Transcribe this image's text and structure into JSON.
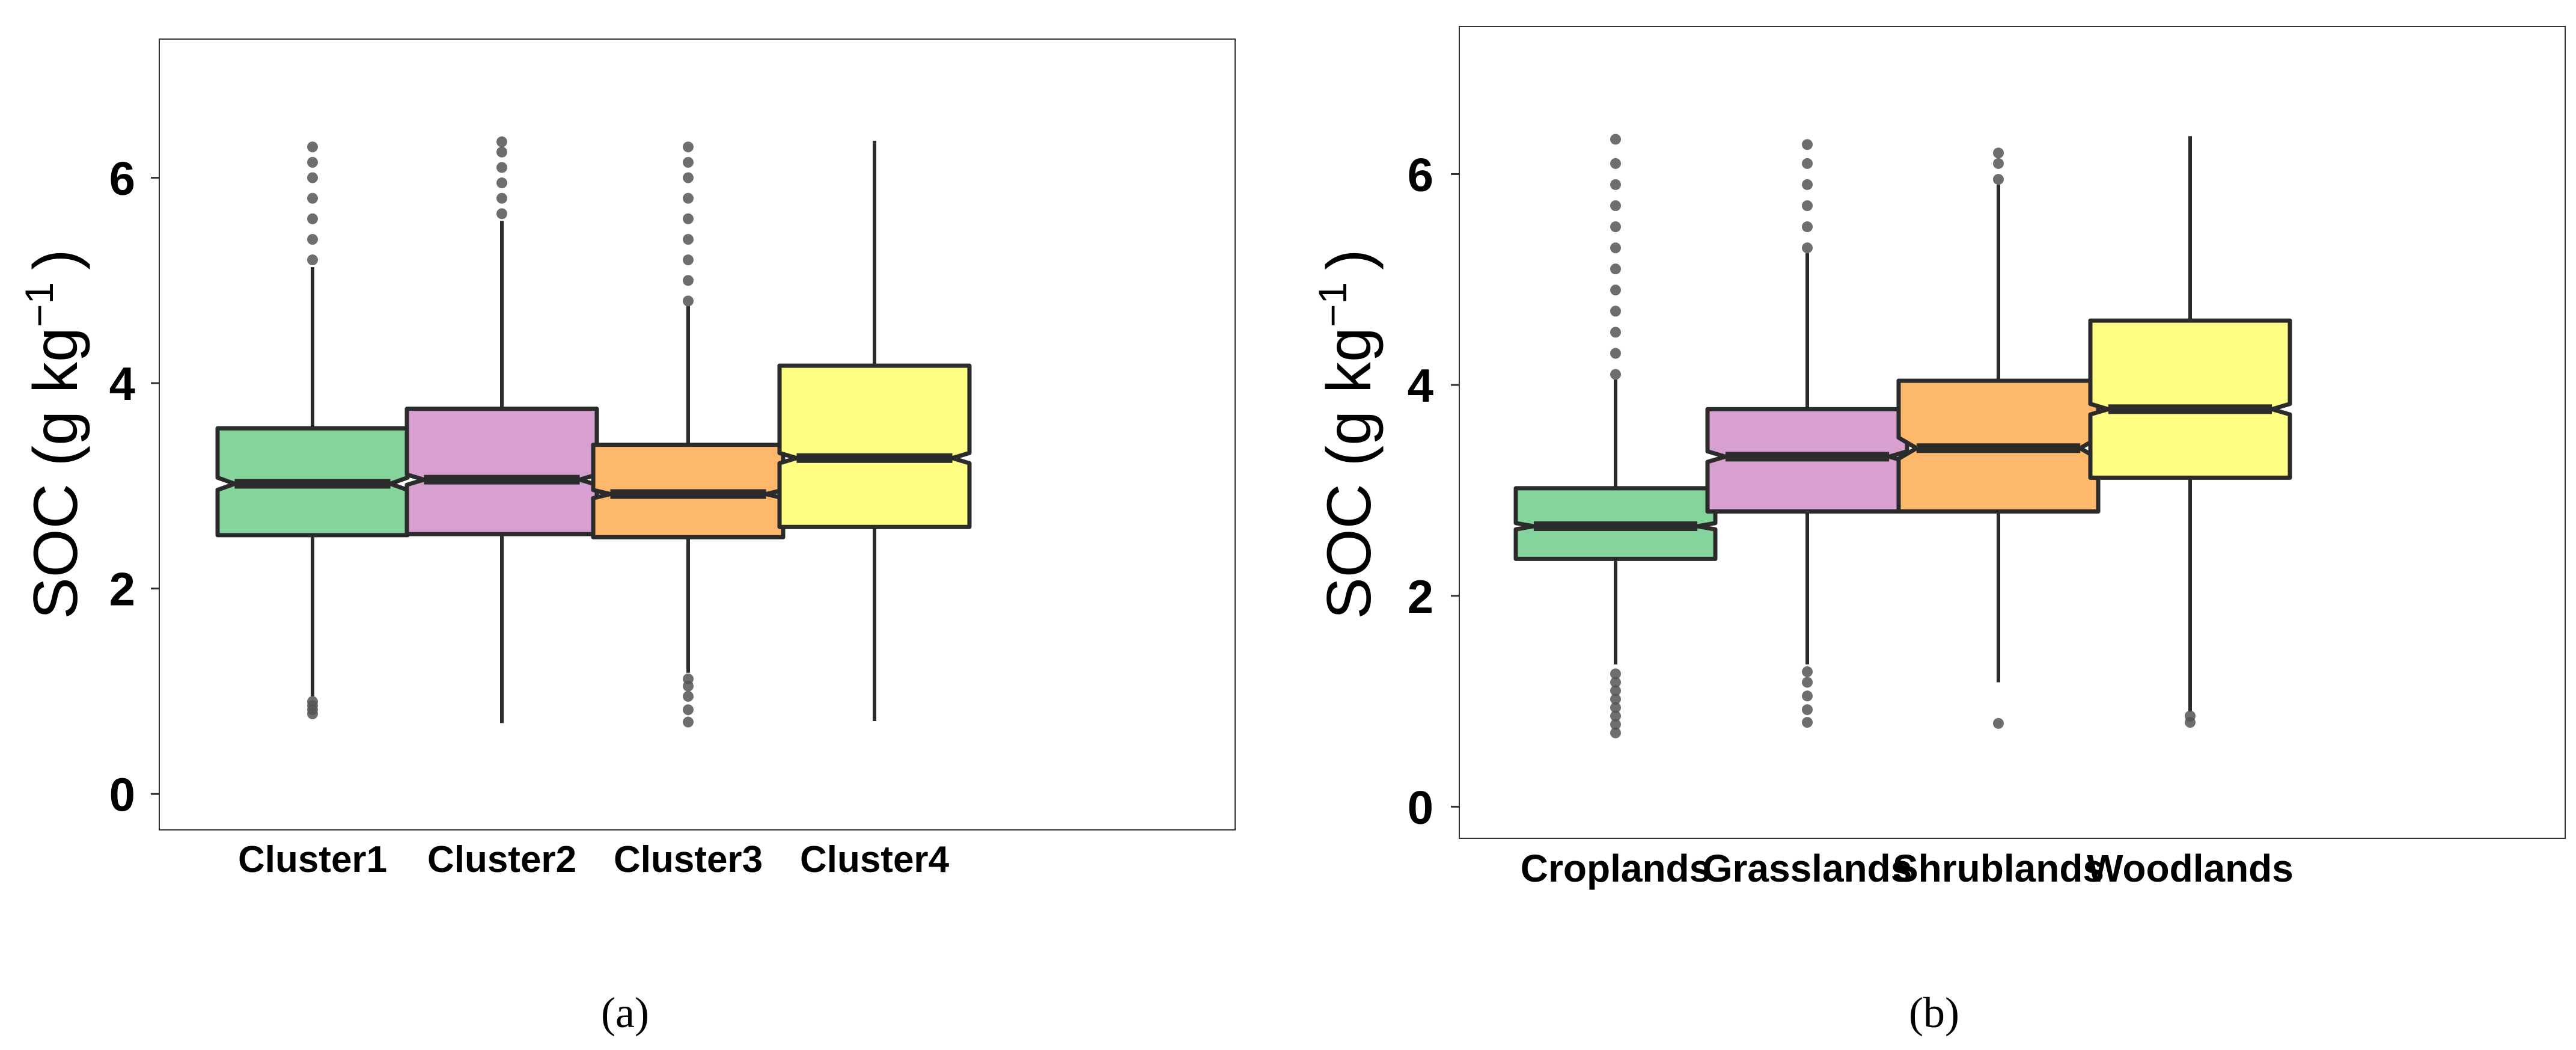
{
  "chart_data": [
    {
      "type": "boxplot",
      "panel_label": "(a)",
      "ylabel": "SOC (g kg",
      "ylabel_superscript": "−1",
      "ylabel_close": ")",
      "ylim": [
        -0.35,
        7.35
      ],
      "yticks": [
        0,
        2,
        4,
        6
      ],
      "ytick_labels": [
        "0",
        "2",
        "4",
        "6"
      ],
      "notched": true,
      "categories": [
        "Cluster1",
        "Cluster2",
        "Cluster3",
        "Cluster4"
      ],
      "colors": [
        "#84d49b",
        "#d8a0d0",
        "#fdb86c",
        "#fefe82"
      ],
      "boxes": [
        {
          "whisker_low": 0.95,
          "q1": 2.52,
          "median": 3.02,
          "q3": 3.56,
          "whisker_high": 5.13,
          "notch": 0.06,
          "outliers_low": [
            0.78,
            0.82,
            0.86,
            0.9
          ],
          "outliers_high": [
            5.2,
            5.4,
            5.6,
            5.8,
            6.0,
            6.15,
            6.3
          ]
        },
        {
          "whisker_low": 0.69,
          "q1": 2.53,
          "median": 3.06,
          "q3": 3.75,
          "whisker_high": 5.58,
          "notch": 0.05,
          "outliers_low": [],
          "outliers_high": [
            5.65,
            5.8,
            5.95,
            6.1,
            6.25,
            6.35
          ]
        },
        {
          "whisker_low": 1.18,
          "q1": 2.5,
          "median": 2.92,
          "q3": 3.4,
          "whisker_high": 4.75,
          "notch": 0.04,
          "outliers_low": [
            0.7,
            0.82,
            0.95,
            1.05,
            1.12
          ],
          "outliers_high": [
            4.8,
            5.0,
            5.2,
            5.4,
            5.6,
            5.8,
            6.0,
            6.15,
            6.3
          ]
        },
        {
          "whisker_low": 0.71,
          "q1": 2.6,
          "median": 3.27,
          "q3": 4.17,
          "whisker_high": 6.36,
          "notch": 0.05,
          "outliers_low": [],
          "outliers_high": []
        }
      ]
    },
    {
      "type": "boxplot",
      "panel_label": "(b)",
      "ylabel": "SOC (g kg",
      "ylabel_superscript": "−1",
      "ylabel_close": ")",
      "ylim": [
        -0.3,
        7.4
      ],
      "yticks": [
        0,
        2,
        4,
        6
      ],
      "ytick_labels": [
        "0",
        "2",
        "4",
        "6"
      ],
      "notched": true,
      "categories": [
        "Croplands",
        "Grasslands",
        "Shrublands",
        "Woodlands"
      ],
      "colors": [
        "#84d49b",
        "#d8a0d0",
        "#fdb86c",
        "#fefe82"
      ],
      "boxes": [
        {
          "whisker_low": 1.35,
          "q1": 2.35,
          "median": 2.66,
          "q3": 3.02,
          "whisker_high": 4.05,
          "notch": 0.03,
          "outliers_low": [
            0.7,
            0.78,
            0.86,
            0.94,
            1.02,
            1.1,
            1.18,
            1.26
          ],
          "outliers_high": [
            4.1,
            4.3,
            4.5,
            4.7,
            4.9,
            5.1,
            5.3,
            5.5,
            5.7,
            5.9,
            6.1,
            6.33
          ]
        },
        {
          "whisker_low": 1.35,
          "q1": 2.8,
          "median": 3.32,
          "q3": 3.77,
          "whisker_high": 5.25,
          "notch": 0.05,
          "outliers_low": [
            0.8,
            0.92,
            1.05,
            1.18,
            1.28
          ],
          "outliers_high": [
            5.3,
            5.5,
            5.7,
            5.9,
            6.1,
            6.28
          ]
        },
        {
          "whisker_low": 1.18,
          "q1": 2.8,
          "median": 3.4,
          "q3": 4.04,
          "whisker_high": 5.9,
          "notch": 0.1,
          "outliers_low": [
            0.79
          ],
          "outliers_high": [
            5.95,
            6.1,
            6.2
          ]
        },
        {
          "whisker_low": 0.9,
          "q1": 3.12,
          "median": 3.77,
          "q3": 4.61,
          "whisker_high": 6.36,
          "notch": 0.05,
          "outliers_low": [
            0.8,
            0.86
          ],
          "outliers_high": []
        }
      ]
    }
  ],
  "colors": {
    "box_stroke": "#2b2b2b",
    "outlier": "#555555",
    "axis": "#000000"
  }
}
